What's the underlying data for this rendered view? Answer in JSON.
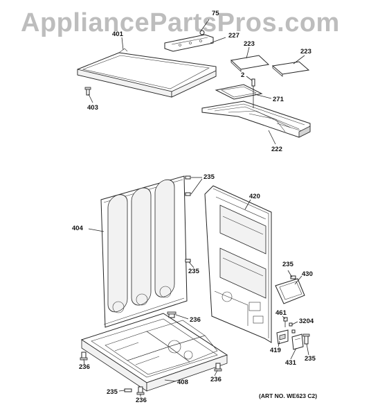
{
  "watermark": "AppliancePartsPros.com",
  "art_no": "(ART NO. WE623 C2)",
  "labels": {
    "p75": "75",
    "p401": "401",
    "p227": "227",
    "p223a": "223",
    "p223b": "223",
    "p2": "2",
    "p271": "271",
    "p403": "403",
    "p222": "222",
    "p235a": "235",
    "p420": "420",
    "p404": "404",
    "p235b": "235",
    "p235c": "235",
    "p430": "430",
    "p461": "461",
    "p3204": "3204",
    "p419": "419",
    "p431": "431",
    "p235d": "235",
    "p236a": "236",
    "p236b": "236",
    "p236c": "236",
    "p408": "408",
    "p235e": "235",
    "p236d": "236"
  }
}
